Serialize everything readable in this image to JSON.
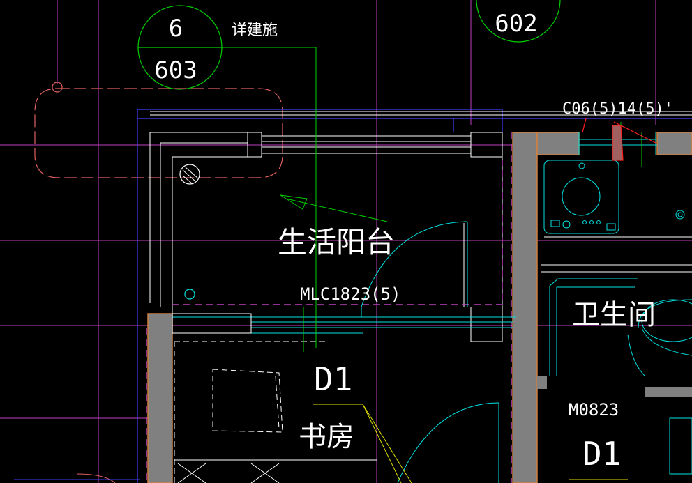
{
  "detail_callout": {
    "number": "6",
    "sheet": "603",
    "note": "详建施"
  },
  "section_callout": {
    "sheet": "602"
  },
  "labels": {
    "balcony": "生活阳台",
    "balcony_window": "MLC1823(5)",
    "top_window": "C06(5)14(5)'",
    "bathroom": "卫生间",
    "bathroom_door": "M0823",
    "study": "书房",
    "tag_d1_study": "D1",
    "tag_d1_bath": "D1"
  },
  "colors": {
    "background": "#000000",
    "axis_line": "#c040c0",
    "wall_fill": "#808080",
    "wall_edge": "#d08040",
    "window_line": "#00e0e0",
    "leader_green": "#00d000",
    "callout_circle": "#00d000",
    "dashed_red": "#e06060",
    "blue_line": "#4040ff",
    "yellow_line": "#e0e000",
    "red_mark": "#ff2020",
    "text": "#ffffff"
  }
}
